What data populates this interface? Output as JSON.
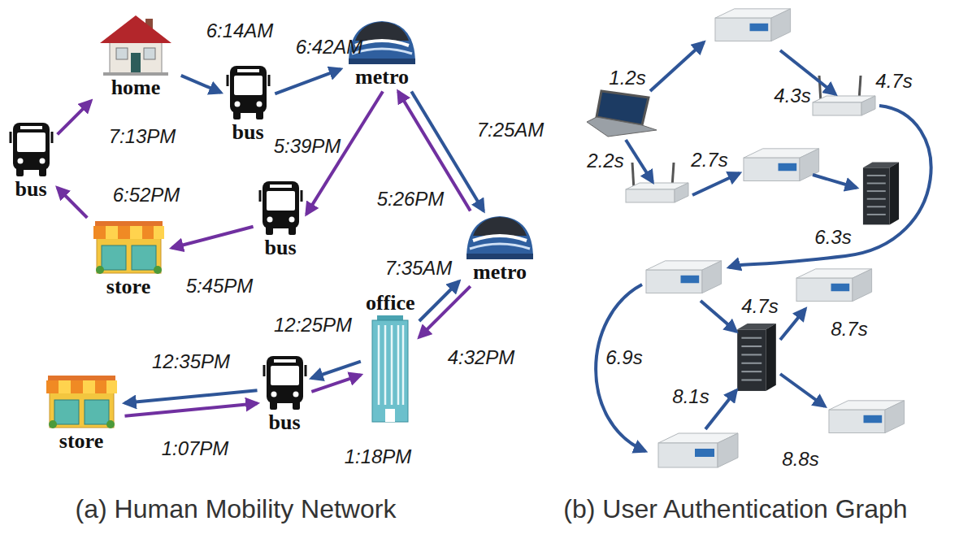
{
  "diagram": {
    "nodes": [
      {
        "text": [
          "home"
        ]
      },
      {
        "text": [
          "bus"
        ]
      },
      {
        "text": [
          "metro"
        ]
      },
      {
        "text": [
          "bus"
        ]
      },
      {
        "text": [
          "bus"
        ]
      },
      {
        "text": [
          "store"
        ]
      },
      {
        "text": [
          "metro"
        ]
      },
      {
        "text": [
          "office"
        ]
      },
      {
        "text": [
          "bus"
        ]
      },
      {
        "text": [
          "store"
        ]
      }
    ],
    "edges": [
      {
        "from": 0,
        "to": 1,
        "arrow": "to",
        "label": "6:14AM"
      },
      {
        "from": 1,
        "to": 2,
        "arrow": "to",
        "label": "6:42AM"
      },
      {
        "from": 2,
        "to": 6,
        "arrow": "to",
        "label": "7:25AM"
      },
      {
        "from": 7,
        "to": 6,
        "arrow": "to",
        "label": "7:35AM"
      },
      {
        "from": 7,
        "to": 8,
        "arrow": "to",
        "label": "12:25PM"
      },
      {
        "from": 8,
        "to": 9,
        "arrow": "to",
        "label": "12:35PM"
      },
      {
        "from": 9,
        "to": 8,
        "arrow": "to",
        "label": "1:07PM"
      },
      {
        "from": 8,
        "to": 7,
        "arrow": "to",
        "label": "1:18PM"
      },
      {
        "from": 6,
        "to": 7,
        "arrow": "to",
        "label": "4:32PM"
      },
      {
        "from": 6,
        "to": 2,
        "arrow": "to",
        "label": "5:26PM"
      },
      {
        "from": 2,
        "to": 4,
        "arrow": "to",
        "label": "5:39PM"
      },
      {
        "from": 4,
        "to": 5,
        "arrow": "to",
        "label": "5:45PM"
      },
      {
        "from": 5,
        "to": 3,
        "arrow": "to",
        "label": "6:52PM"
      },
      {
        "from": 3,
        "to": 0,
        "arrow": "to",
        "label": "7:13PM"
      }
    ],
    "labels": [
      "(a) Human Mobility Network",
      "(b) User Authentication Graph",
      "1.2s",
      "4.3s",
      "4.7s",
      "2.2s",
      "2.7s",
      "6.3s",
      "4.7s",
      "8.7s",
      "6.9s",
      "8.1s",
      "8.8s"
    ]
  }
}
